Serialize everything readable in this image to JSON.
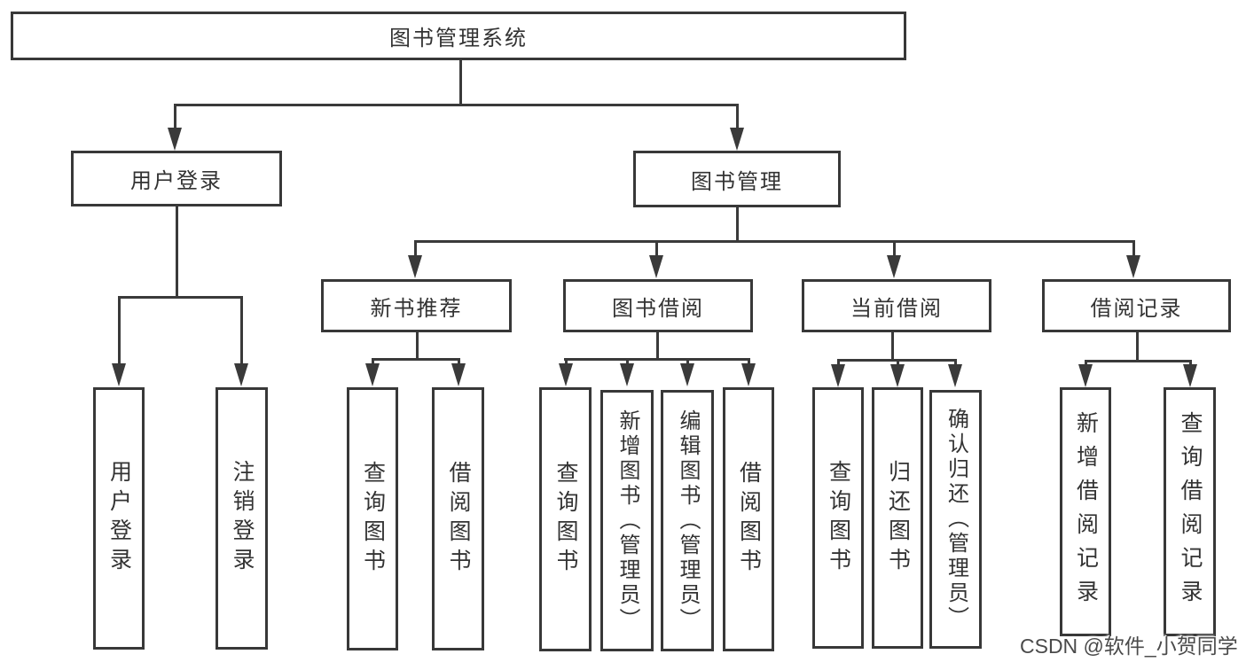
{
  "tree": {
    "label": "图书管理系统",
    "children": [
      {
        "label": "用户登录",
        "children": [
          {
            "label": "用户登录"
          },
          {
            "label": "注销登录"
          }
        ]
      },
      {
        "label": "图书管理",
        "children": [
          {
            "label": "新书推荐",
            "children": [
              {
                "label": "查询图书"
              },
              {
                "label": "借阅图书"
              }
            ]
          },
          {
            "label": "图书借阅",
            "children": [
              {
                "label": "查询图书"
              },
              {
                "label": "新增图书（管理员）"
              },
              {
                "label": "编辑图书（管理员）"
              },
              {
                "label": "借阅图书"
              }
            ]
          },
          {
            "label": "当前借阅",
            "children": [
              {
                "label": "查询图书"
              },
              {
                "label": "归还图书"
              },
              {
                "label": "确认归还（管理员）"
              }
            ]
          },
          {
            "label": "借阅记录",
            "children": [
              {
                "label": "新增借阅记录"
              },
              {
                "label": "查询借阅记录"
              }
            ]
          }
        ]
      }
    ]
  },
  "watermark": {
    "text": "CSDN @软件_小贺同学"
  },
  "colors": {
    "line": "#3a3a3a",
    "text": "#333333",
    "background": "#ffffff",
    "watermark": "#4a4a4a"
  }
}
